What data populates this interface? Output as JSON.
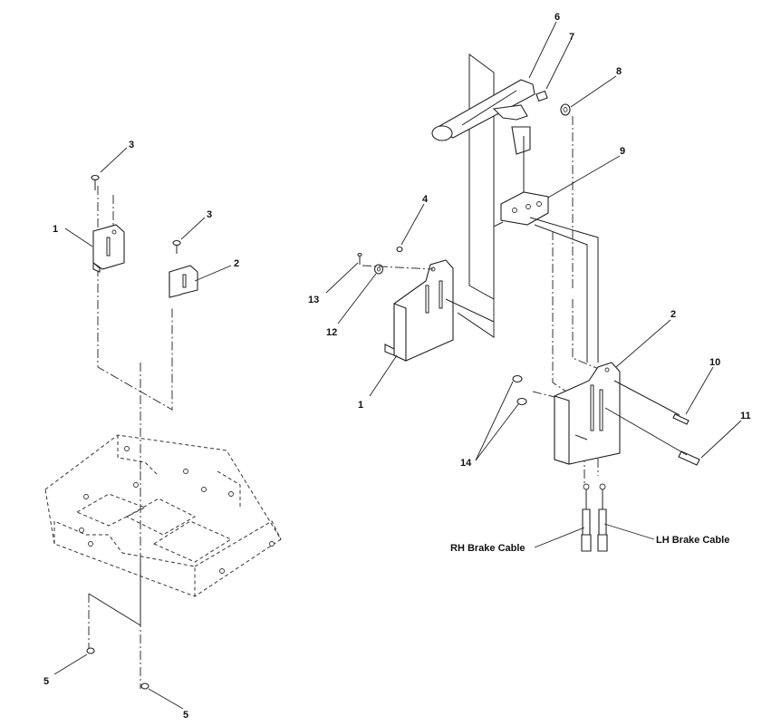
{
  "diagram": {
    "callouts": {
      "left_bracket_1": "1",
      "left_bracket_2": "2",
      "left_screw_3a": "3",
      "left_screw_3b": "3",
      "left_nut_5a": "5",
      "left_nut_5b": "5",
      "right_bracket_1": "1",
      "right_bracket_2": "2",
      "nut_4": "4",
      "lever_6": "6",
      "spacer_7": "7",
      "washer_8": "8",
      "clevis_9": "9",
      "pin_10": "10",
      "pin_11": "11",
      "washer_12": "12",
      "bolt_13": "13",
      "bushings_14": "14"
    },
    "cable_labels": {
      "rh": "RH Brake Cable",
      "lh": "LH Brake Cable"
    }
  }
}
